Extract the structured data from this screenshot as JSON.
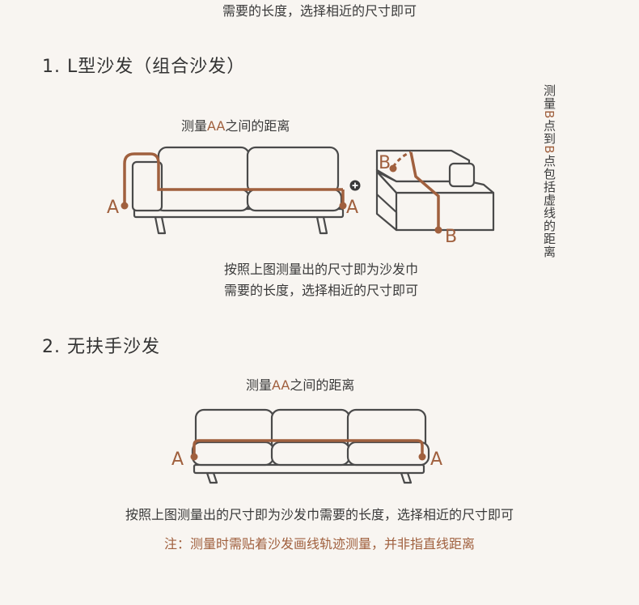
{
  "top_text": "需要的长度，选择相近的尺寸即可",
  "section1": {
    "title": "1. L型沙发（组合沙发）",
    "measure_prefix": "测量",
    "measure_mark": "AA",
    "measure_suffix": "之间的距离",
    "label_a": "A",
    "label_b": "B",
    "plus": "+",
    "caption_line1": "按照上图测量出的尺寸即为沙发巾",
    "caption_line2": "需要的长度，选择相近的尺寸即可"
  },
  "side_note": {
    "part1": "测量",
    "mark1": "B",
    "part2": "点到",
    "mark2": "B",
    "part3": "点包括虚线的距离"
  },
  "section2": {
    "title": "2. 无扶手沙发",
    "measure_prefix": "测量",
    "measure_mark": "AA",
    "measure_suffix": "之间的距离",
    "label_a": "A",
    "caption": "按照上图测量出的尺寸即为沙发巾需要的长度，选择相近的尺寸即可",
    "note": "注：测量时需贴着沙发画线轨迹测量，并非指直线距离"
  },
  "colors": {
    "accent": "#a0603e",
    "outline": "#4a4a4a",
    "background": "#f8f5f1"
  }
}
